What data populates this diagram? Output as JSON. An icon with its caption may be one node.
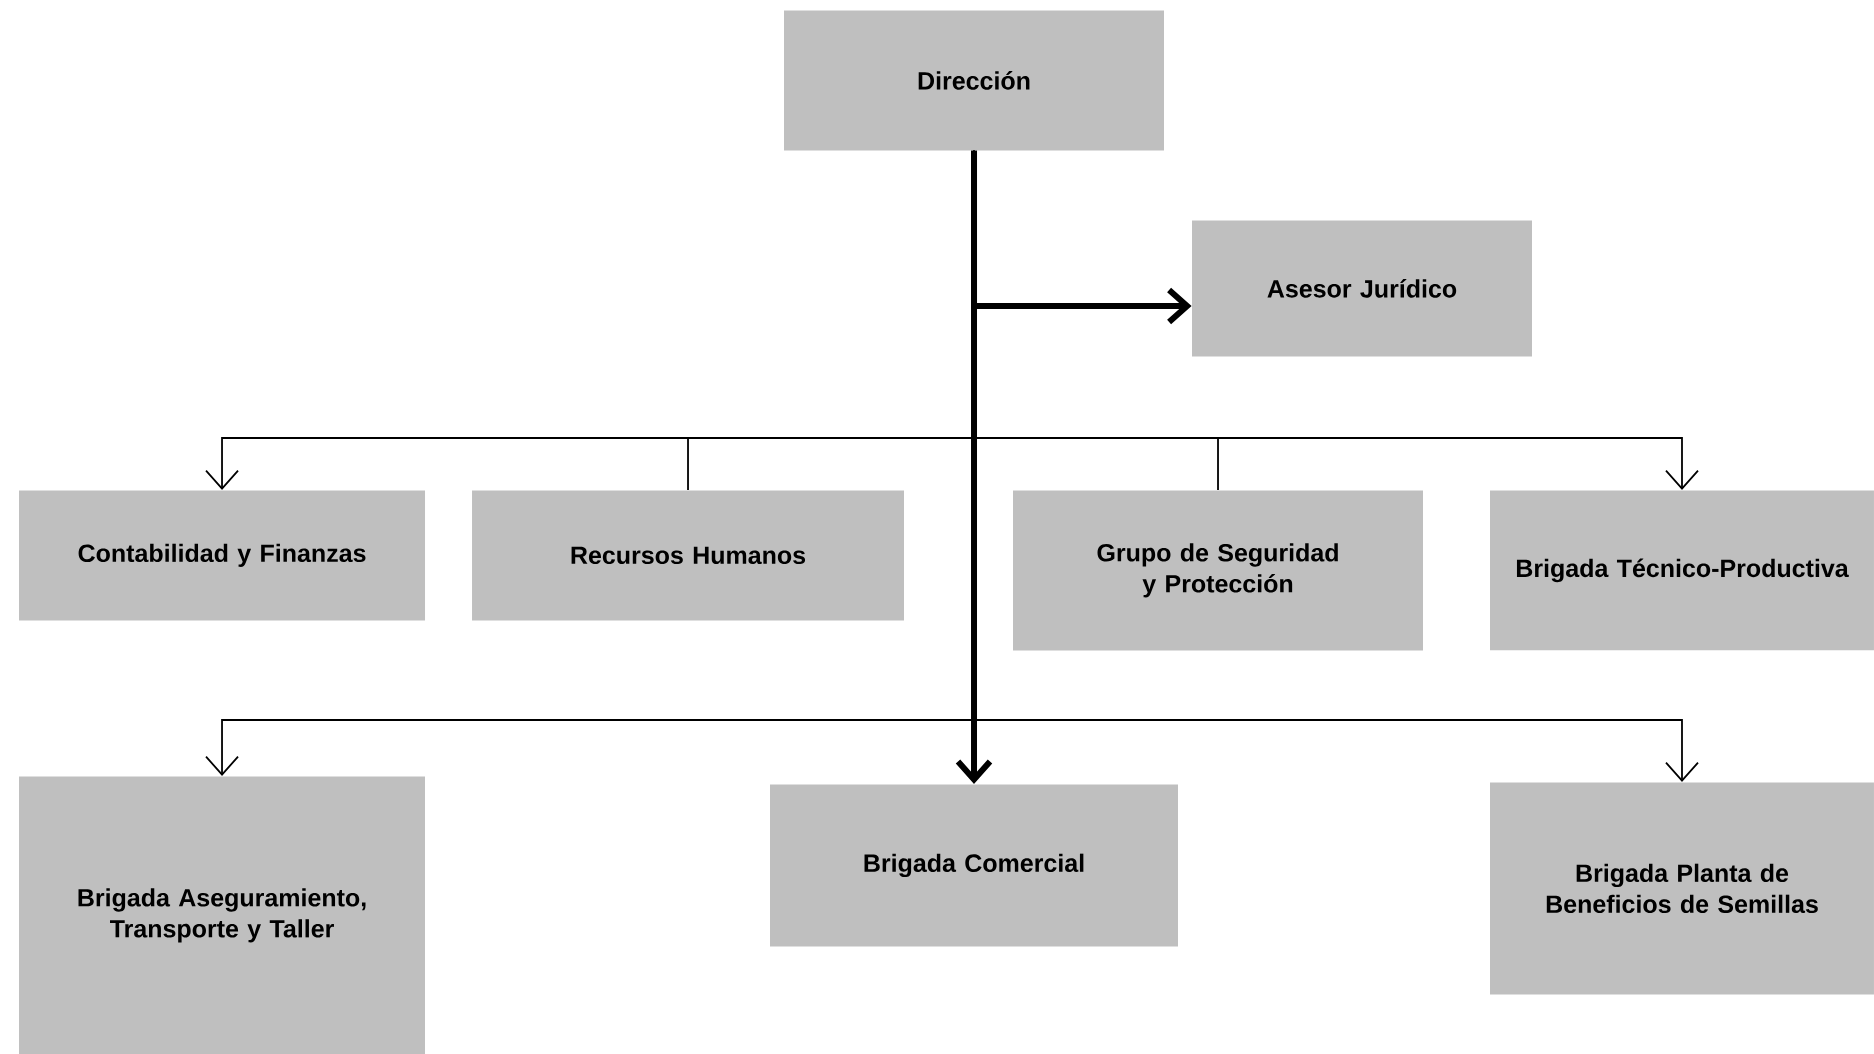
{
  "diagram": {
    "nodes": [
      {
        "text": [
          "Dirección"
        ]
      },
      {
        "text": [
          "Asesor Jurídico"
        ]
      },
      {
        "text": [
          "Contabilidad y Finanzas"
        ]
      },
      {
        "text": [
          "Recursos Humanos"
        ]
      },
      {
        "text": [
          "Grupo de Seguridad y Protección"
        ]
      },
      {
        "text": [
          "Brigada Técnico-Productiva"
        ]
      },
      {
        "text": [
          "Brigada Aseguramiento, Transporte y Taller"
        ]
      },
      {
        "text": [
          "Brigada Comercial"
        ]
      },
      {
        "text": [
          "Brigada Planta de Beneficios de Semillas"
        ]
      }
    ],
    "edges": [
      {
        "from": 0,
        "to": 1,
        "arrow": "to",
        "style": "thick"
      },
      {
        "from": 0,
        "to": 2,
        "arrow": "to"
      },
      {
        "from": 0,
        "to": 3,
        "arrow": "none"
      },
      {
        "from": 0,
        "to": 4,
        "arrow": "none"
      },
      {
        "from": 0,
        "to": 5,
        "arrow": "to"
      },
      {
        "from": 0,
        "to": 6,
        "arrow": "to"
      },
      {
        "from": 0,
        "to": 7,
        "arrow": "to",
        "style": "thick"
      },
      {
        "from": 0,
        "to": 8,
        "arrow": "to"
      }
    ]
  }
}
